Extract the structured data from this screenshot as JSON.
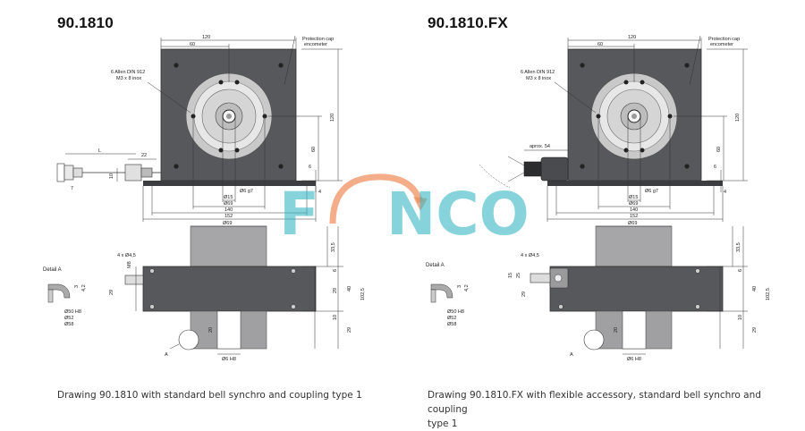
{
  "left": {
    "model": "90.1810",
    "caption": "Drawing 90.1810 with standard bell synchro and coupling type 1",
    "top_view": {
      "dim_120": "120",
      "dim_60": "60",
      "protection_cap": "Protection cap",
      "protection_cap_2": "encometer",
      "allen_1": "6 Allen DIN 912",
      "allen_2": "M3 x 8 inox",
      "dim_L": "L",
      "dim_22": "22",
      "dim_10": "10",
      "dim_7": "7",
      "dim_120v": "120",
      "dim_60v": "60",
      "dim_6": "6",
      "dim_4": "4",
      "dim_phi15": "Ø15",
      "dim_phi6g7": "Ø6 g7",
      "dim_phi69": "Ø69",
      "dim_140": "140",
      "dim_152": "152"
    },
    "side_view": {
      "dim_phi69": "Ø69",
      "holes": "4 x Ø4,5",
      "m8": "M8",
      "dim_29": "29",
      "dim_6": "6",
      "dim_29b": "29",
      "dim_40": "40",
      "dim_33_5": "33,5",
      "dim_102_5": "102,5",
      "dim_10": "10",
      "dim_29c": "29",
      "dim_20": "20",
      "dim_phi6h8": "Ø6 H8",
      "label_A": "A"
    },
    "detail": {
      "title": "Detail A",
      "dim_3": "3",
      "dim_4_2": "4,2",
      "phi50": "Ø50 H8",
      "phi52": "Ø52",
      "phi58": "Ø58"
    }
  },
  "right": {
    "model": "90.1810.FX",
    "caption_line1": "Drawing 90.1810.FX with flexible accessory, standard bell synchro and coupling",
    "caption_line2": "type 1",
    "top_view": {
      "dim_120": "120",
      "dim_60": "60",
      "protection_cap": "Protection cap",
      "protection_cap_2": "encometer",
      "allen_1": "6 Allen DIN 912",
      "allen_2": "M3 x 8 inox",
      "approx": "aprox. 54",
      "dim_120v": "120",
      "dim_60v": "60",
      "dim_6": "6",
      "dim_4": "4",
      "dim_phi15": "Ø15",
      "dim_phi6g7": "Ø6 g7",
      "dim_phi69": "Ø69",
      "dim_140": "140",
      "dim_152": "152"
    },
    "side_view": {
      "dim_phi69": "Ø69",
      "holes": "4 x Ø4,5",
      "dim_15": "15",
      "dim_25": "25",
      "dim_29": "29",
      "dim_6": "6",
      "dim_40": "40",
      "dim_33_5": "33,5",
      "dim_102_5": "102,5",
      "dim_10": "10",
      "dim_29c": "29",
      "dim_20": "20",
      "dim_phi6h8": "Ø6 H8",
      "label_A": "A"
    },
    "detail": {
      "title": "Detail A",
      "dim_3": "3",
      "dim_4_2": "4,2",
      "phi50": "Ø50 H8",
      "phi52": "Ø52",
      "phi58": "Ø58"
    }
  },
  "watermark": {
    "text_F": "F",
    "text_NCO": "NCO",
    "color_teal": "#39b7c4",
    "color_orange": "#f08a55"
  }
}
